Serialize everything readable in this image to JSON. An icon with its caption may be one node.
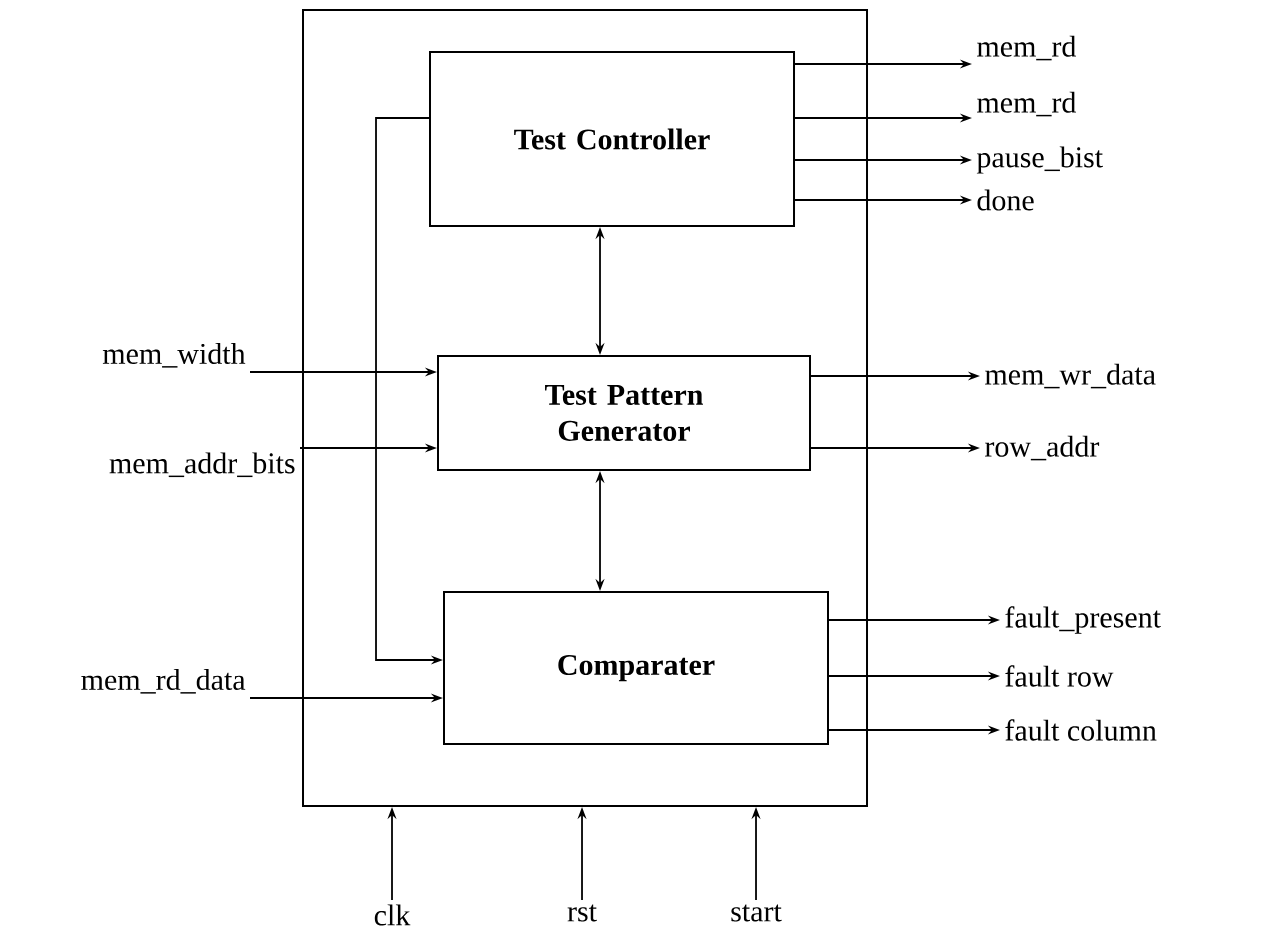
{
  "diagram": {
    "nodes": [
      {
        "text": [],
        "shape": "box"
      },
      {
        "text": [
          "Test Controller"
        ],
        "in": 0
      },
      {
        "text": [
          "Test Pattern Generator"
        ],
        "in": 0
      },
      {
        "text": [
          "Comparater"
        ],
        "in": 0
      },
      {
        "text": [
          "mem_rd"
        ]
      },
      {
        "text": [
          "mem_rd"
        ]
      },
      {
        "text": [
          "pause_bist"
        ]
      },
      {
        "text": [
          "done"
        ]
      },
      {
        "text": [
          "mem_width"
        ]
      },
      {
        "text": [
          "mem_addr_bits"
        ]
      },
      {
        "text": [
          "mem_wr_data"
        ]
      },
      {
        "text": [
          "row_addr"
        ]
      },
      {
        "text": [
          "mem_rd_data"
        ]
      },
      {
        "text": [
          "fault_present"
        ]
      },
      {
        "text": [
          "fault row"
        ]
      },
      {
        "text": [
          "fault column"
        ]
      },
      {
        "text": [
          "clk"
        ]
      },
      {
        "text": [
          "rst"
        ]
      },
      {
        "text": [
          "start"
        ]
      }
    ],
    "edges": [
      {
        "from": 1,
        "to": 4,
        "arrow": "to"
      },
      {
        "from": 1,
        "to": 5,
        "arrow": "to"
      },
      {
        "from": 1,
        "to": 6,
        "arrow": "to"
      },
      {
        "from": 1,
        "to": 7,
        "arrow": "to"
      },
      {
        "from": 8,
        "to": 2,
        "arrow": "to"
      },
      {
        "from": 9,
        "to": 2,
        "arrow": "to"
      },
      {
        "from": 2,
        "to": 10,
        "arrow": "to"
      },
      {
        "from": 2,
        "to": 11,
        "arrow": "to"
      },
      {
        "from": 1,
        "to": 2,
        "arrow": "both"
      },
      {
        "from": 2,
        "to": 3,
        "arrow": "both"
      },
      {
        "from": 1,
        "to": 3,
        "arrow": "to"
      },
      {
        "from": 12,
        "to": 3,
        "arrow": "to"
      },
      {
        "from": 3,
        "to": 13,
        "arrow": "to"
      },
      {
        "from": 3,
        "to": 14,
        "arrow": "to"
      },
      {
        "from": 3,
        "to": 15,
        "arrow": "to"
      },
      {
        "from": 16,
        "to": 0,
        "arrow": "to"
      },
      {
        "from": 17,
        "to": 0,
        "arrow": "to"
      },
      {
        "from": 18,
        "to": 0,
        "arrow": "to"
      }
    ]
  }
}
